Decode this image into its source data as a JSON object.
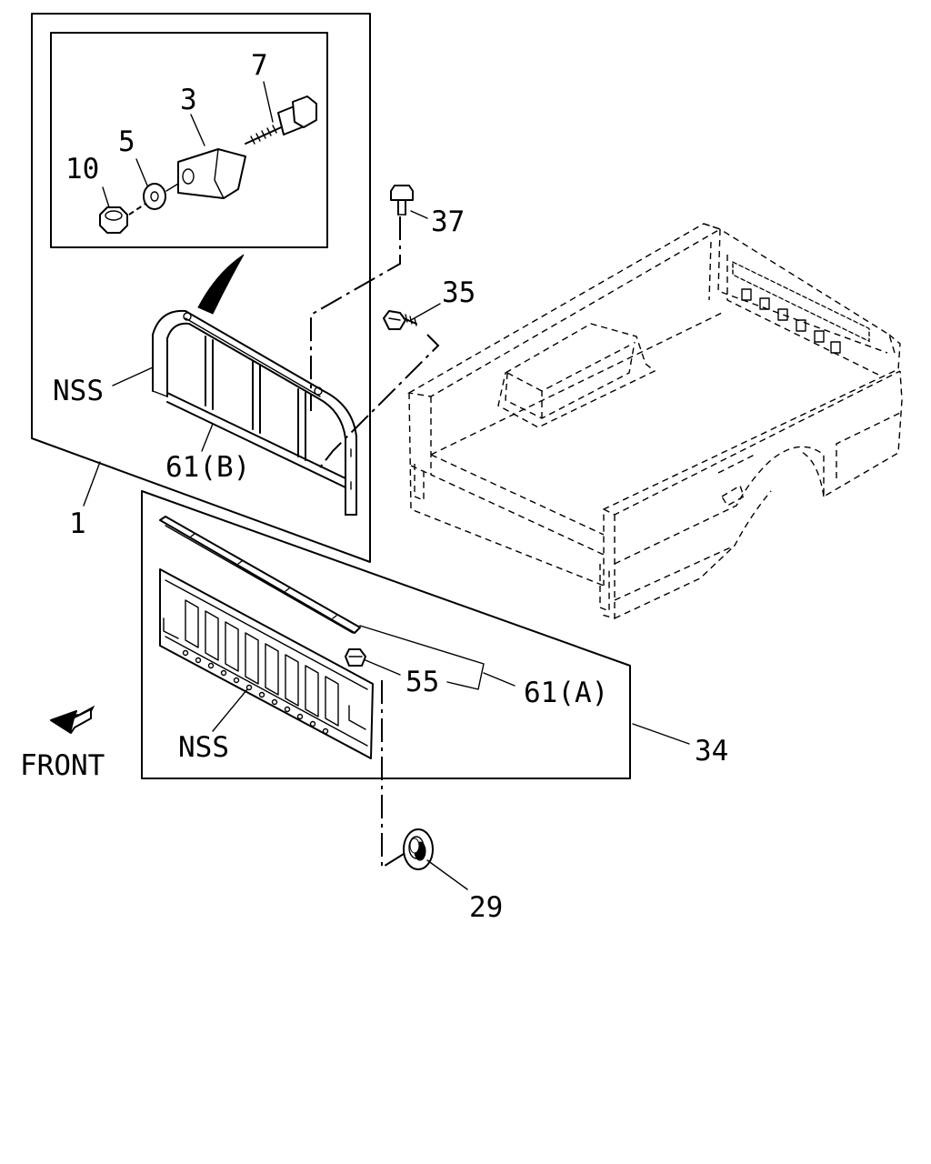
{
  "callouts": {
    "c7": "7",
    "c3": "3",
    "c5": "5",
    "c10": "10",
    "c37": "37",
    "c35": "35",
    "nss_upper": "NSS",
    "c61b": "61(B)",
    "c1": "1",
    "c55": "55",
    "c61a": "61(A)",
    "c34": "34",
    "nss_lower": "NSS",
    "front": "FRONT",
    "c29": "29"
  },
  "icons": {
    "front_arrow": "arrow-down-left-icon"
  }
}
